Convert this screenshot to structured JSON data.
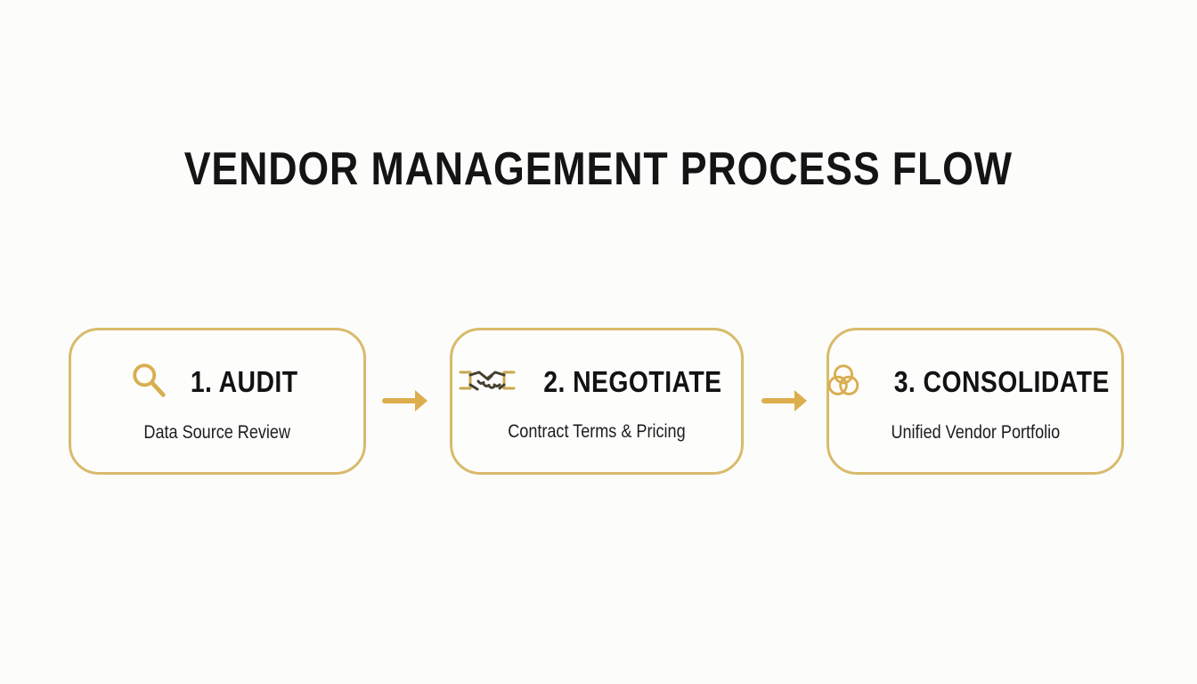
{
  "page": {
    "title": "VENDOR MANAGEMENT PROCESS FLOW"
  },
  "colors": {
    "accent_gold": "#d9b152",
    "box_border": "#d9ba6c",
    "arrow_gold": "#ddae4d",
    "handshake_dark": "#45402f",
    "text": "#141414",
    "background": "#fcfcfb"
  },
  "steps": [
    {
      "icon": "magnifier-icon",
      "title": "1. AUDIT",
      "subtitle": "Data Source Review"
    },
    {
      "icon": "handshake-icon",
      "title": "2. NEGOTIATE",
      "subtitle": "Contract Terms & Pricing"
    },
    {
      "icon": "venn-circles-icon",
      "title": "3. CONSOLIDATE",
      "subtitle": "Unified Vendor Portfolio"
    }
  ],
  "connectors": [
    {
      "type": "arrow-right"
    },
    {
      "type": "arrow-right"
    }
  ]
}
